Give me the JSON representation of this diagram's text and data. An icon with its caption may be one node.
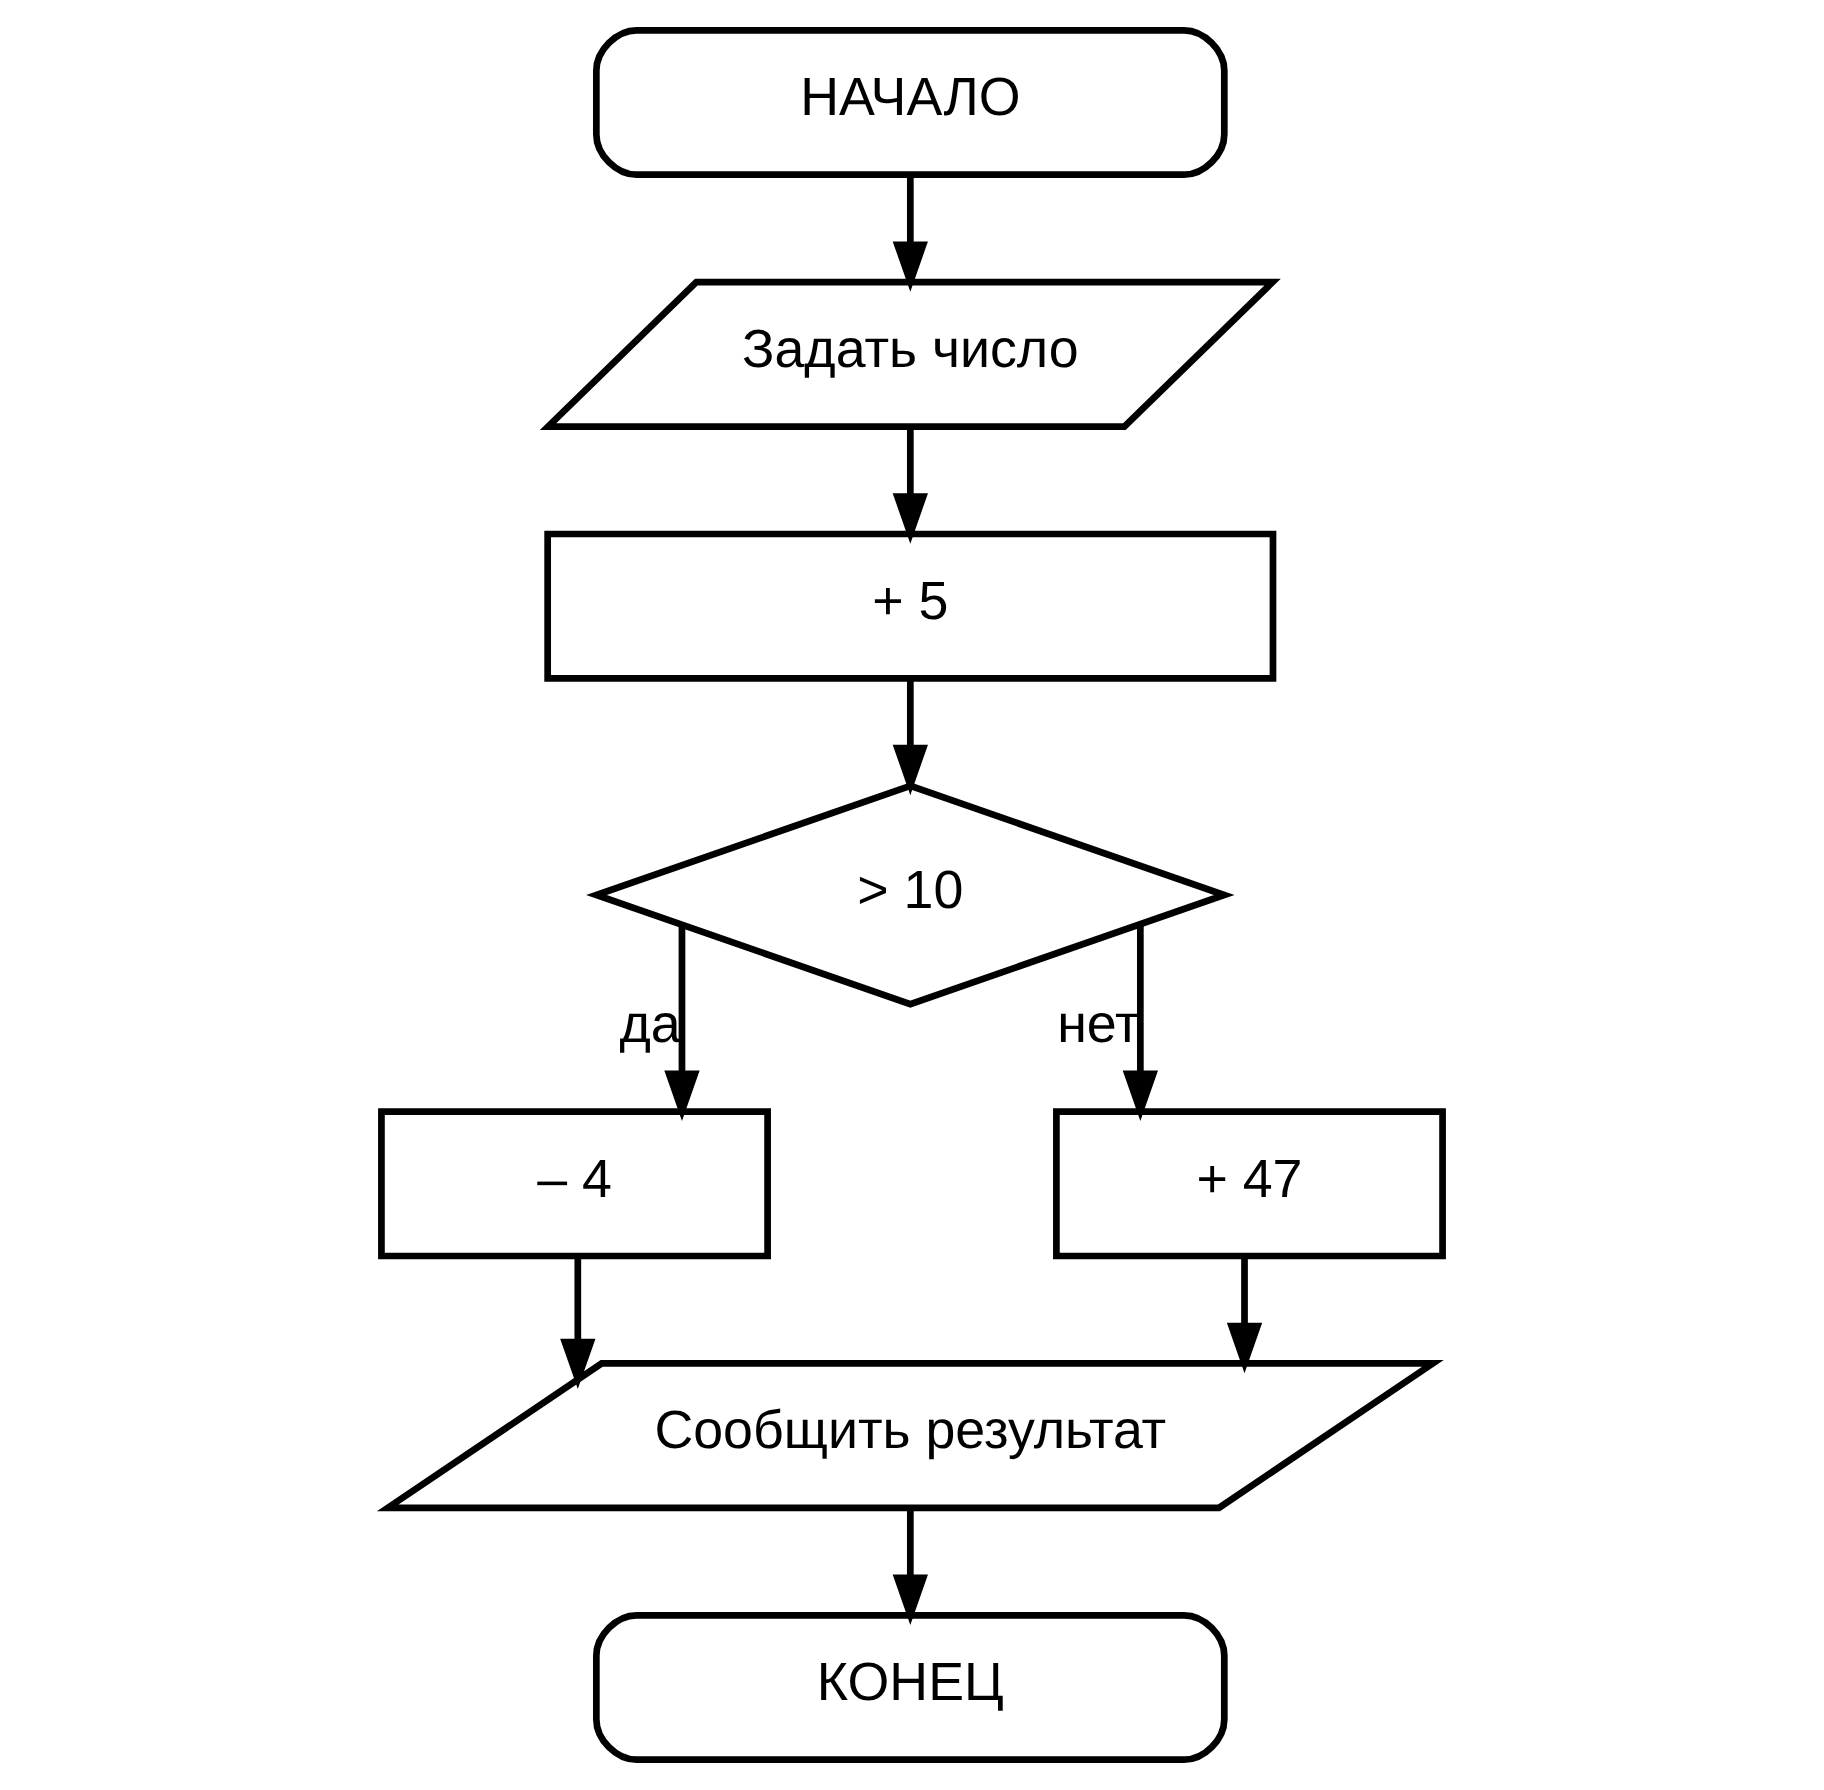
{
  "diagram": {
    "nodes": [
      {
        "text": [
          "НАЧАЛО"
        ]
      },
      {
        "text": [
          "Задать число"
        ]
      },
      {
        "text": [
          "+ 5"
        ]
      },
      {
        "text": [
          "> 10"
        ]
      },
      {
        "text": [
          "– 4"
        ]
      },
      {
        "text": [
          "+ 47"
        ]
      },
      {
        "text": [
          "Сообщить результат"
        ]
      },
      {
        "text": [
          "КОНЕЦ"
        ]
      }
    ],
    "edges": [
      {
        "from": 0,
        "to": 1,
        "arrow": "to"
      },
      {
        "from": 1,
        "to": 2,
        "arrow": "to"
      },
      {
        "from": 2,
        "to": 3,
        "arrow": "to"
      },
      {
        "from": 3,
        "to": 4,
        "arrow": "to",
        "label": "да"
      },
      {
        "from": 3,
        "to": 5,
        "arrow": "to",
        "label": "нет"
      },
      {
        "from": 4,
        "to": 6,
        "arrow": "to"
      },
      {
        "from": 5,
        "to": 6,
        "arrow": "to"
      },
      {
        "from": 6,
        "to": 7,
        "arrow": "to"
      }
    ]
  }
}
